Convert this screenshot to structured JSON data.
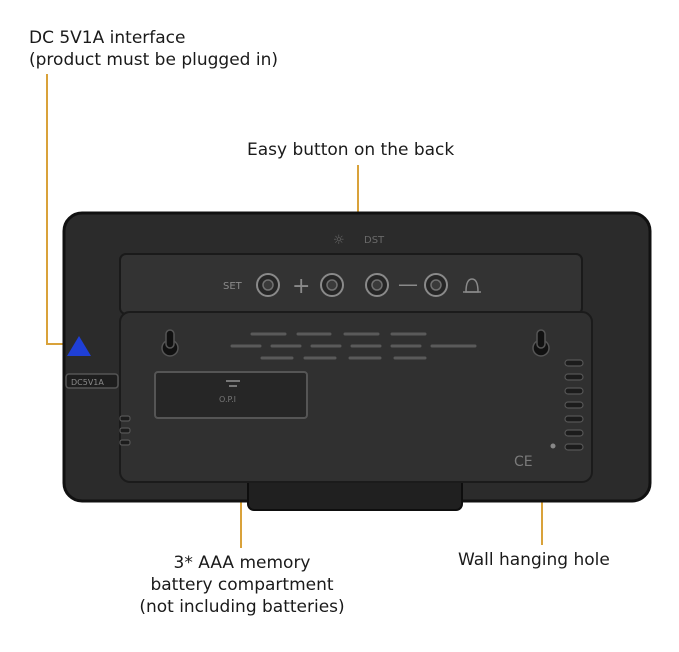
{
  "callouts": {
    "dc_interface": [
      "DC 5V1A interface",
      "(product must be plugged in)"
    ],
    "easy_button": "Easy button on the back",
    "battery": [
      "3* AAA memory",
      "battery compartment",
      "(not including batteries)"
    ],
    "wall_hole": "Wall hanging hole"
  },
  "device_markings": {
    "set": "SET",
    "plus": "+",
    "minus": "—",
    "dst": "DST",
    "sun_icon": "☼",
    "battery_label": "O.P.I",
    "ce": "CE",
    "port": "DC5V1A"
  },
  "colors": {
    "lead_line": "#d9a23a",
    "port_marker": "#1f3fd6",
    "device_body": "#2a2a2a"
  }
}
